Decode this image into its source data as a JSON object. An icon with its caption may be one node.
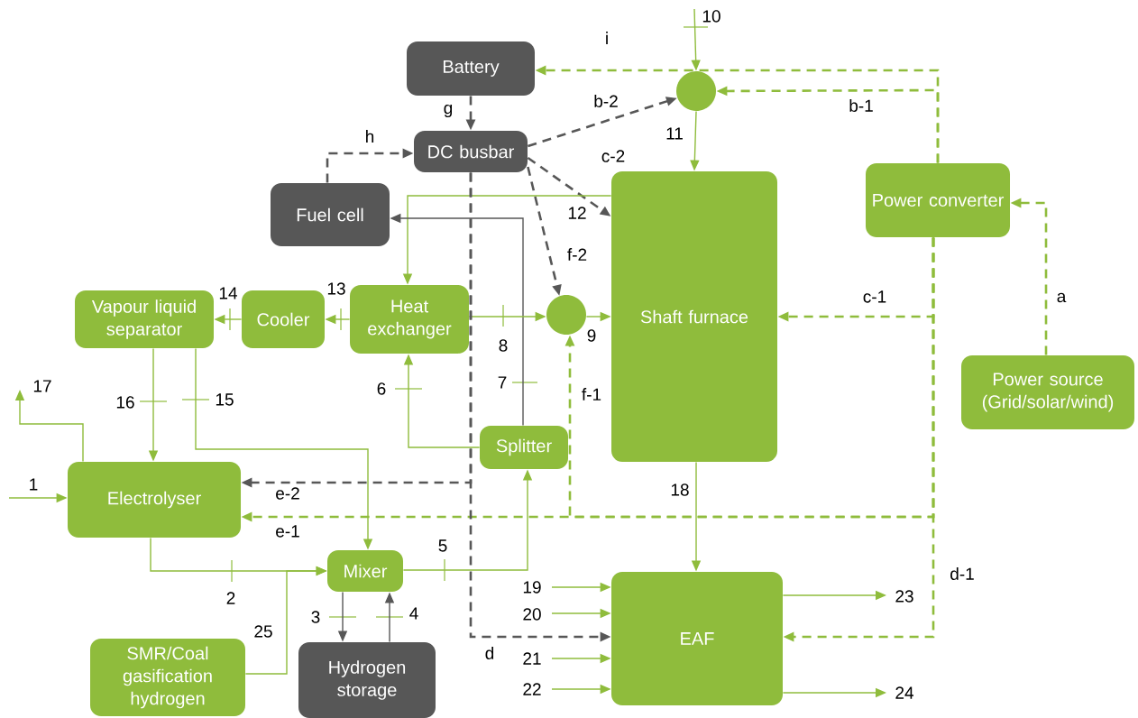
{
  "diagram": {
    "nodes": [
      {
        "text": [
          "Battery"
        ]
      },
      {
        "text": [
          "DC busbar"
        ]
      },
      {
        "text": [
          "Fuel cell"
        ]
      },
      {
        "text": [
          "Vapour liquid separator"
        ]
      },
      {
        "text": [
          "Cooler"
        ]
      },
      {
        "text": [
          "Heat exchanger"
        ]
      },
      {
        "text": [
          "Shaft furnace"
        ]
      },
      {
        "text": [
          "Power converter"
        ]
      },
      {
        "text": [
          "Power source (Grid/solar/wind)"
        ]
      },
      {
        "text": [
          "Splitter"
        ]
      },
      {
        "text": [
          "Electrolyser"
        ]
      },
      {
        "text": [
          "Mixer"
        ]
      },
      {
        "text": [
          "EAF"
        ]
      },
      {
        "text": [
          "SMR/Coal gasification hydrogen"
        ]
      },
      {
        "text": [
          "Hydrogen storage"
        ]
      },
      {
        "text": [],
        "shape": "circle"
      },
      {
        "text": [],
        "shape": "circle"
      }
    ],
    "edges": [
      {
        "from": null,
        "to": 15,
        "arrow": "to",
        "label": "10"
      },
      {
        "from": 15,
        "to": 6,
        "arrow": "to",
        "label": "11"
      },
      {
        "from": 7,
        "to": 15,
        "arrow": "to",
        "label": "b-1",
        "style": "dashed"
      },
      {
        "from": 7,
        "to": 0,
        "arrow": "to",
        "label": "i",
        "style": "dashed"
      },
      {
        "from": 1,
        "to": 15,
        "arrow": "to",
        "label": "b-2",
        "style": "dashed",
        "color": "#575757"
      },
      {
        "from": 0,
        "to": 1,
        "arrow": "to",
        "label": "g",
        "style": "dashed",
        "color": "#575757"
      },
      {
        "from": 2,
        "to": 1,
        "arrow": "to",
        "label": "h",
        "style": "dashed",
        "color": "#575757"
      },
      {
        "from": 1,
        "to": 6,
        "arrow": "to",
        "label": "c-2",
        "style": "dashed",
        "color": "#575757"
      },
      {
        "from": 6,
        "to": 5,
        "arrow": "to",
        "label": "12"
      },
      {
        "from": 1,
        "to": 16,
        "arrow": "to",
        "label": "f-2",
        "style": "dashed",
        "color": "#575757"
      },
      {
        "from": 7,
        "to": 6,
        "arrow": "to",
        "label": "c-1",
        "style": "dashed"
      },
      {
        "from": 8,
        "to": 7,
        "arrow": "to",
        "label": "a",
        "style": "dashed"
      },
      {
        "from": 5,
        "to": 4,
        "arrow": "to",
        "label": "13"
      },
      {
        "from": 4,
        "to": 3,
        "arrow": "to",
        "label": "14"
      },
      {
        "from": 3,
        "to": 10,
        "arrow": "to",
        "label": "16"
      },
      {
        "from": 3,
        "to": 11,
        "arrow": "to",
        "label": "15"
      },
      {
        "from": 10,
        "to": null,
        "arrow": "to",
        "label": "17"
      },
      {
        "from": null,
        "to": 10,
        "arrow": "to",
        "label": "1"
      },
      {
        "from": 10,
        "to": 11,
        "arrow": "to",
        "label": "2"
      },
      {
        "from": 13,
        "to": 11,
        "arrow": "to",
        "label": "25"
      },
      {
        "from": 11,
        "to": 14,
        "arrow": "to",
        "label": "3",
        "color": "#575757"
      },
      {
        "from": 14,
        "to": 11,
        "arrow": "to",
        "label": "4",
        "color": "#575757"
      },
      {
        "from": 11,
        "to": 9,
        "arrow": "to",
        "label": "5"
      },
      {
        "from": 9,
        "to": 5,
        "arrow": "to",
        "label": "6"
      },
      {
        "from": 9,
        "to": 2,
        "arrow": "to",
        "label": "7",
        "color": "#575757"
      },
      {
        "from": 5,
        "to": 16,
        "arrow": "to",
        "label": "8"
      },
      {
        "from": 16,
        "to": 6,
        "arrow": "to",
        "label": "9"
      },
      {
        "from": 7,
        "to": 16,
        "arrow": "to",
        "label": "f-1",
        "style": "dashed"
      },
      {
        "from": 7,
        "to": 10,
        "arrow": "to",
        "label": "e-1",
        "style": "dashed"
      },
      {
        "from": 1,
        "to": 10,
        "arrow": "to",
        "label": "e-2",
        "style": "dashed",
        "color": "#575757"
      },
      {
        "from": 1,
        "to": 12,
        "arrow": "to",
        "label": "d",
        "style": "dashed",
        "color": "#575757"
      },
      {
        "from": 7,
        "to": 12,
        "arrow": "to",
        "label": "d-1",
        "style": "dashed"
      },
      {
        "from": 6,
        "to": 12,
        "arrow": "to",
        "label": "18"
      },
      {
        "from": null,
        "to": 12,
        "arrow": "to",
        "label": "19"
      },
      {
        "from": null,
        "to": 12,
        "arrow": "to",
        "label": "20"
      },
      {
        "from": null,
        "to": 12,
        "arrow": "to",
        "label": "21"
      },
      {
        "from": null,
        "to": 12,
        "arrow": "to",
        "label": "22"
      },
      {
        "from": 12,
        "to": null,
        "arrow": "to",
        "label": "23"
      },
      {
        "from": 12,
        "to": null,
        "arrow": "to",
        "label": "24"
      }
    ]
  }
}
